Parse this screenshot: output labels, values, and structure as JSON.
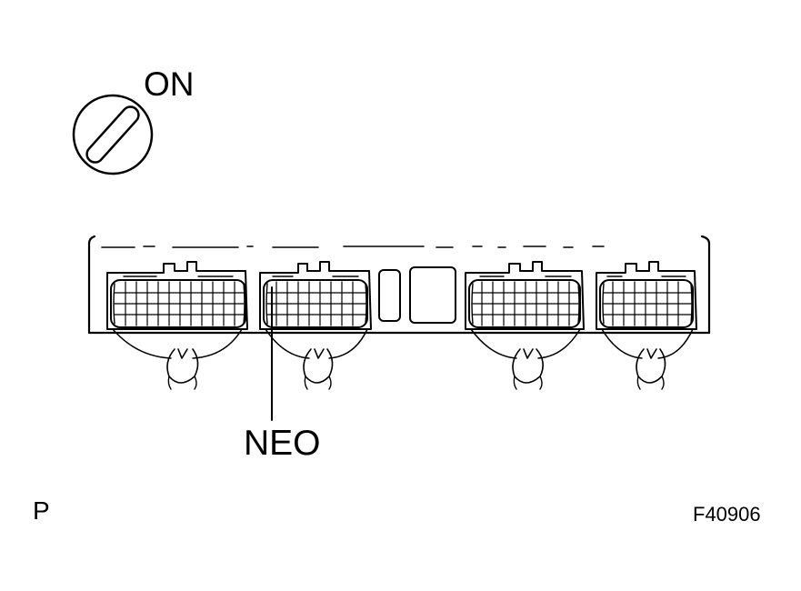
{
  "labels": {
    "ignition": "ON",
    "terminal": "NEO",
    "corner": "P",
    "figure_id": "F40906"
  },
  "icons": {
    "ignition": "ignition-switch-icon",
    "ecu": "ecu-connector-block"
  },
  "colors": {
    "ink": "#000000",
    "paper": "#ffffff"
  }
}
